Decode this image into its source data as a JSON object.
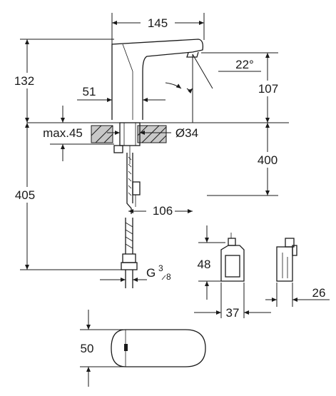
{
  "dimensions": {
    "width_top": "145",
    "height_total": "132",
    "spout_angle": "22°",
    "spout_height": "107",
    "base_width": "51",
    "max_thickness": "max.45",
    "hole_diameter": "Ø34",
    "spout_reach": "106",
    "hose_length": "400",
    "overall_length": "405",
    "connection_prefix": "G",
    "connection_num": "3",
    "connection_den": "8",
    "box_height": "48",
    "box_width": "37",
    "box_depth": "26",
    "base_plate_width": "50"
  }
}
